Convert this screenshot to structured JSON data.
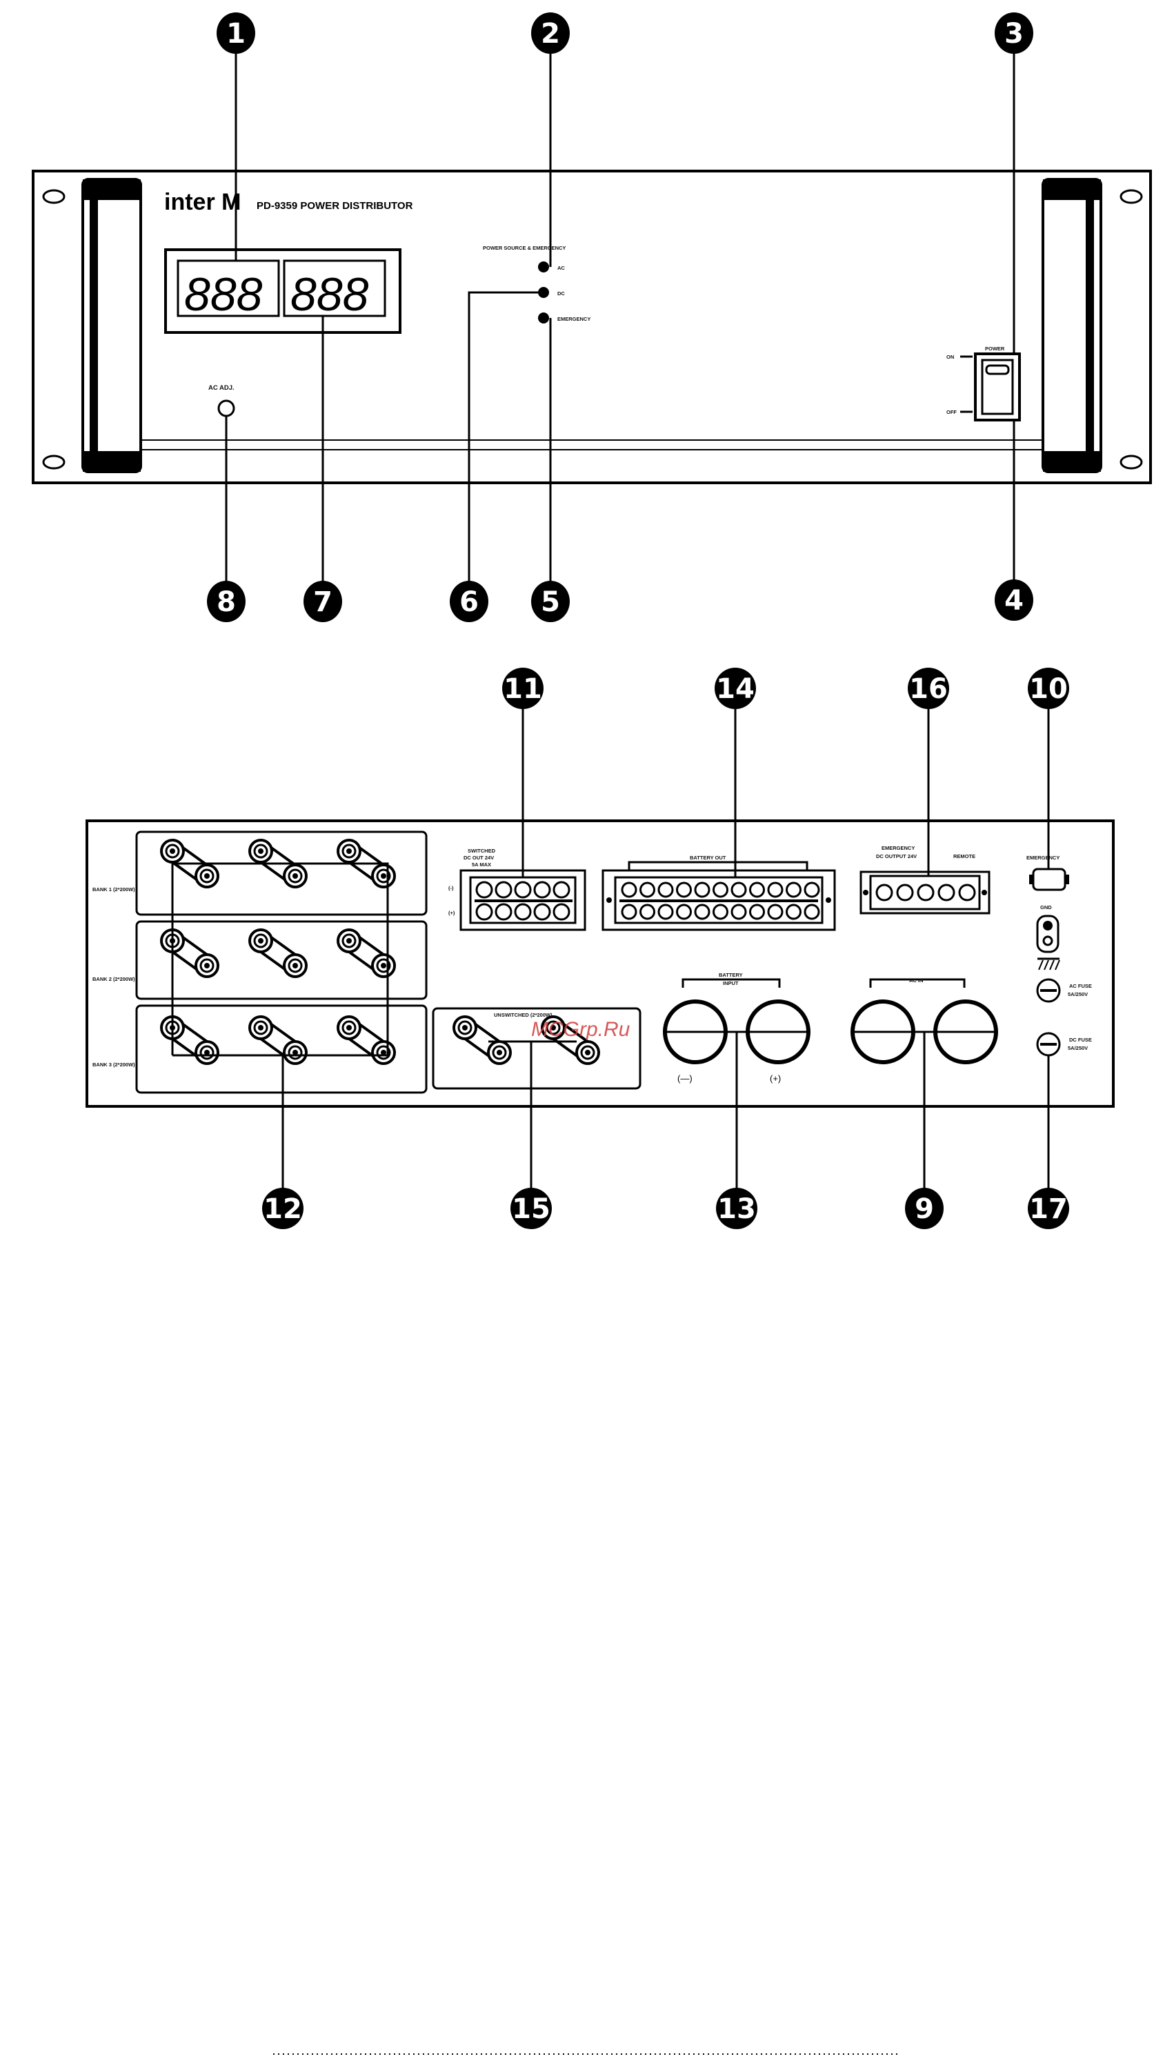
{
  "front_panel": {
    "brand": "inter M",
    "model_title": "PD-9359  POWER DISTRIBUTOR",
    "meter_labels": [
      "",
      ""
    ],
    "display_digits_1": "888",
    "display_digits_2": "888",
    "source_group_label": "POWER SOURCE & EMERGENCY",
    "led_labels": [
      "AC",
      "DC",
      "EMERGENCY"
    ],
    "ac_adj_label": "AC ADJ.",
    "power_label": "POWER",
    "on_label": "ON",
    "off_label": "OFF"
  },
  "rear_panel": {
    "speaker_group_labels": [
      "BANK 1  (2*200W)",
      "BANK 2  (2*200W)",
      "BANK 3  (2*200W)"
    ],
    "switched_label": "SWITCHED",
    "switched_sub": "DC OUT 24V",
    "switched_sub2": "5A MAX",
    "polarity_minus": "(-)",
    "polarity_plus": "(+)",
    "battery_out_label": "BATTERY OUT",
    "unswitched_label": "UNSWITCHED (2*200W)",
    "emergency_term_label": "EMERGENCY",
    "dc_output_label": "DC OUTPUT 24V",
    "remote_label": "REMOTE",
    "emergency_label": "EMERGENCY",
    "battery_input_label": "BATTERY",
    "battery_input_sub": "INPUT",
    "minus_label": "(—)",
    "plus_label": "(+)",
    "ac_in_label": "AC IN",
    "gnd_label": "GND",
    "ac_fuse_label": "AC FUSE",
    "ac_fuse_value": "5A/250V",
    "dc_fuse_label": "DC FUSE",
    "dc_fuse_value": "5A/250V"
  },
  "watermark": "MCGrp.Ru",
  "callouts": {
    "front": [
      "1",
      "2",
      "3",
      "4",
      "5",
      "6",
      "7",
      "8"
    ],
    "rear": [
      "9",
      "10",
      "11",
      "12",
      "13",
      "14",
      "15",
      "16",
      "17"
    ]
  },
  "colors": {
    "line": "#000000",
    "background": "#ffffff",
    "watermark": "#d23c3c"
  }
}
